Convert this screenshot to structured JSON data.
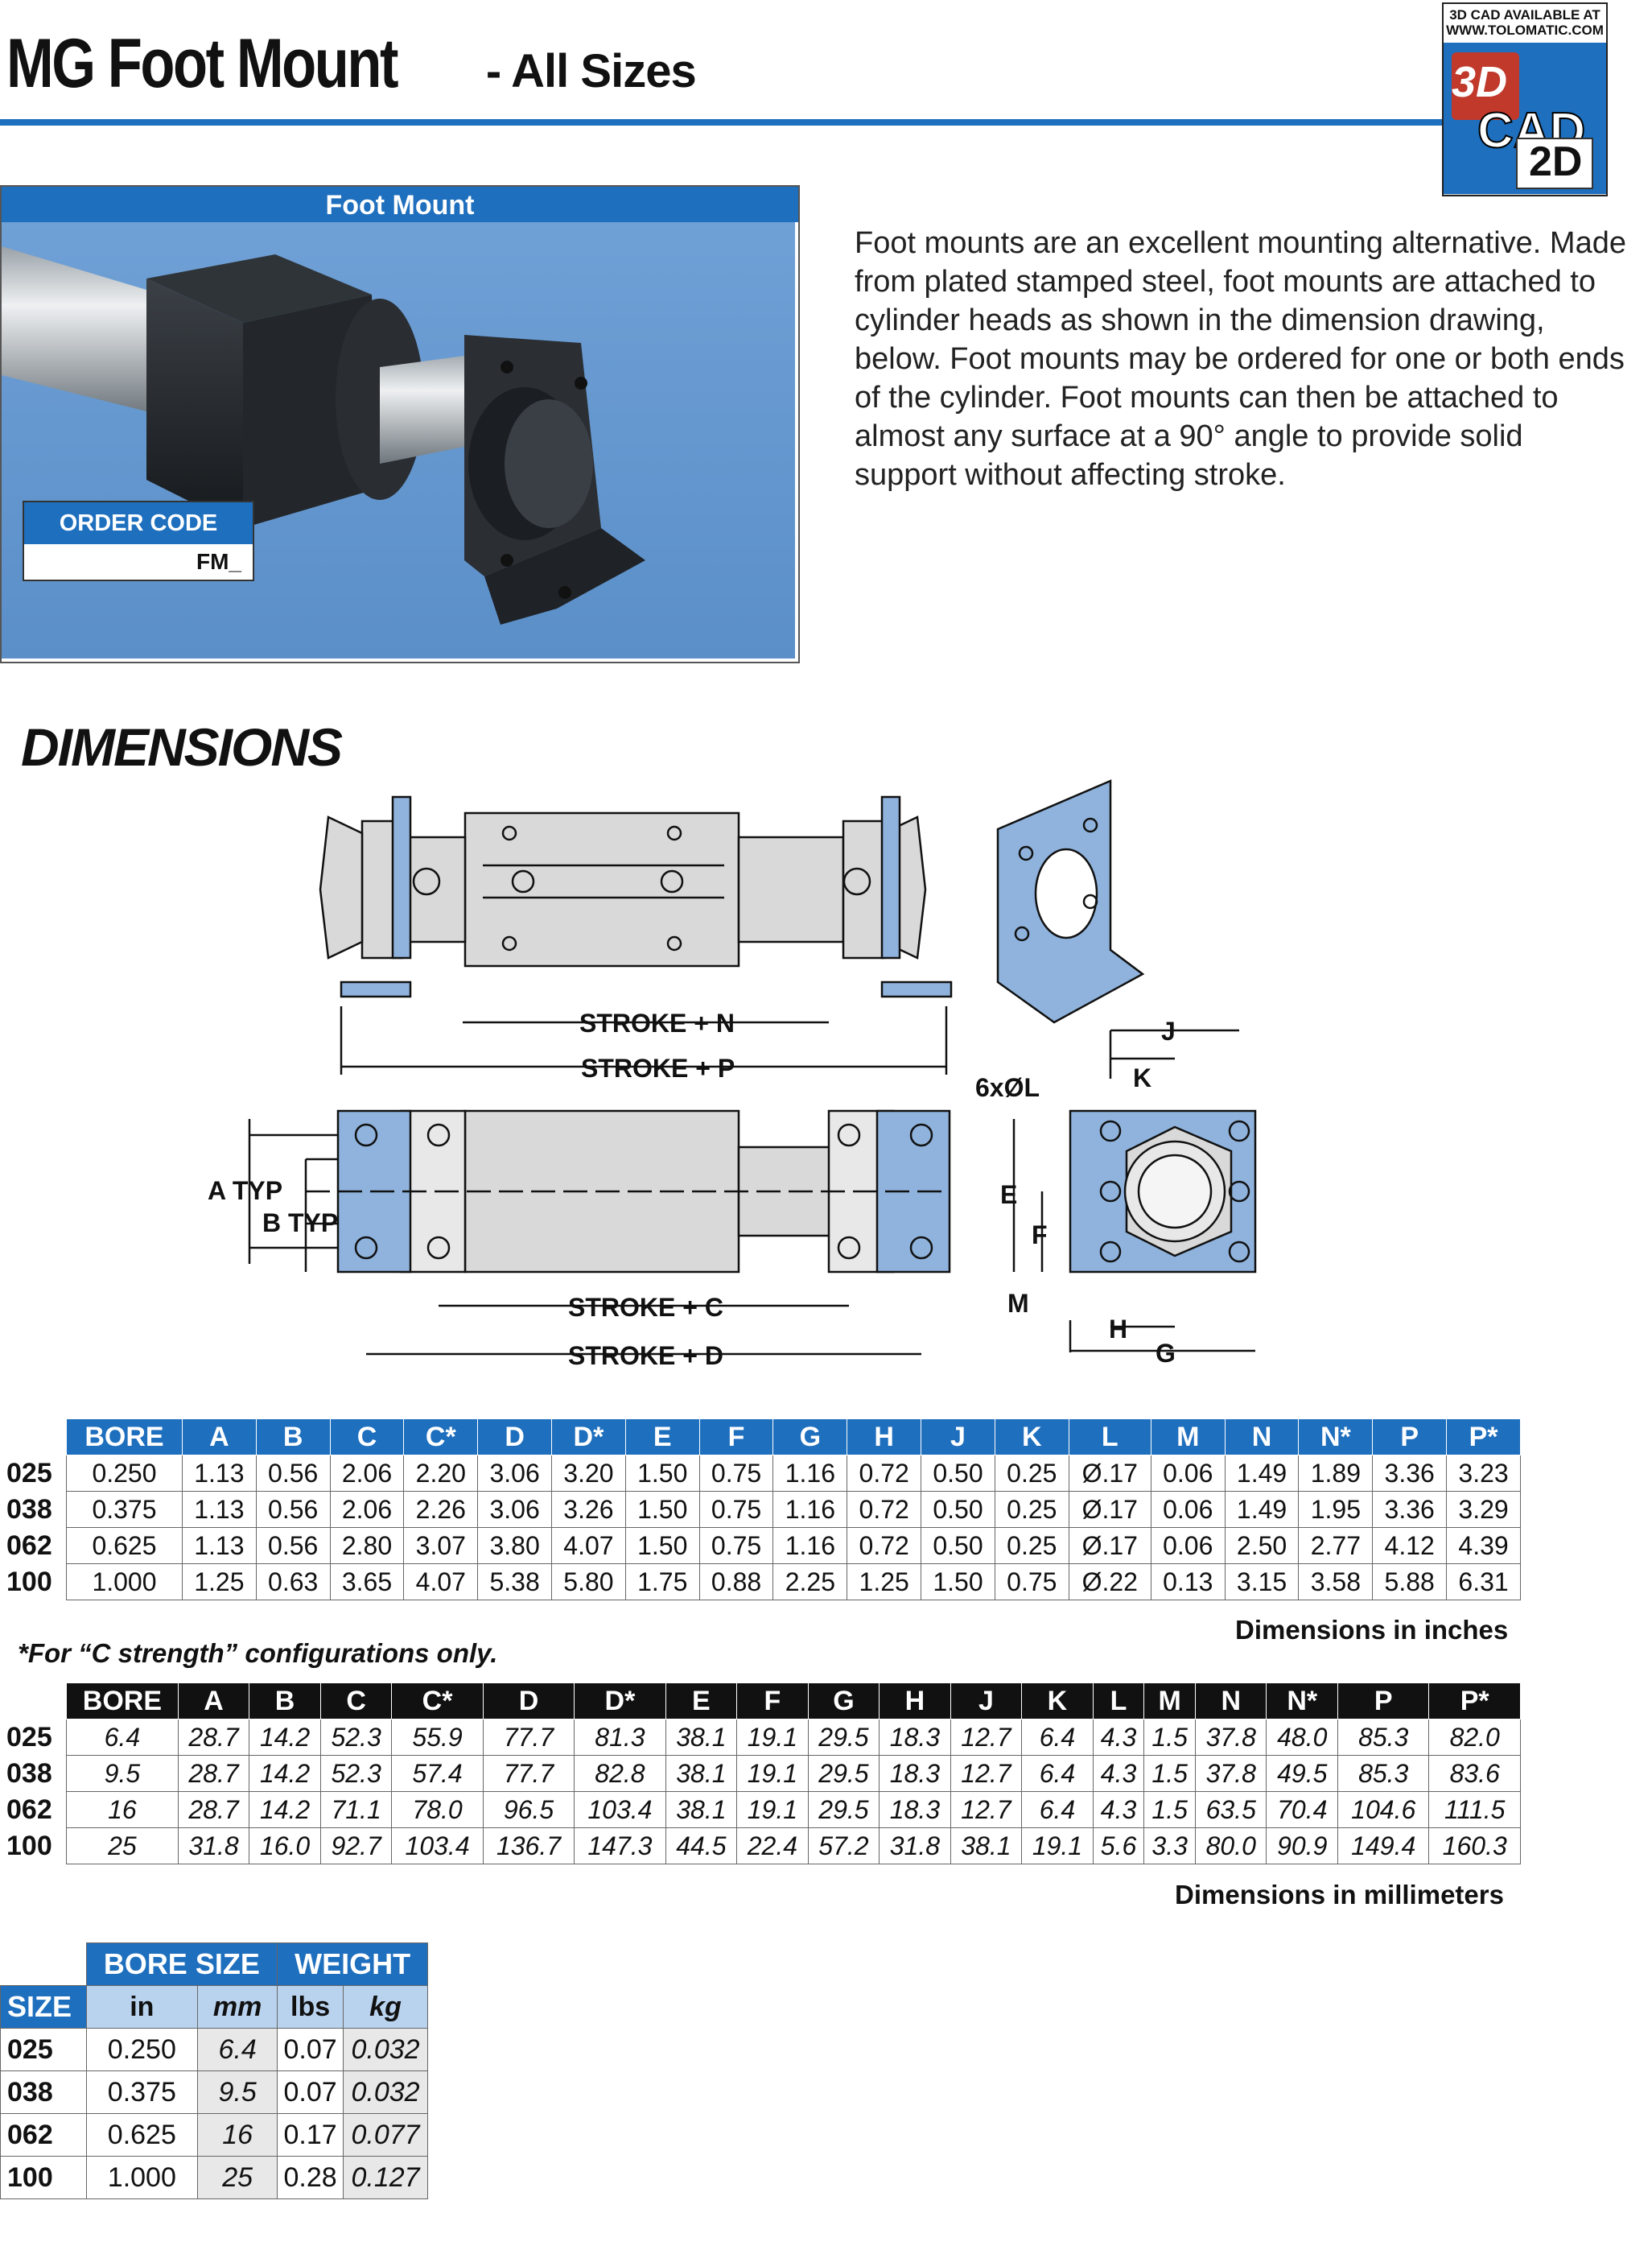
{
  "header": {
    "title": "MG Foot Mount",
    "subtitle": "- All Sizes",
    "cad_badge_line1": "3D CAD AVAILABLE AT",
    "cad_badge_line2": "WWW.TOLOMATIC.COM",
    "cad_3d": "3D",
    "cad_word": "CAD",
    "cad_2d": "2D",
    "accent_color": "#1e6fbe"
  },
  "photo": {
    "header": "Foot Mount",
    "order_code_label": "ORDER CODE",
    "order_code_value": "FM_"
  },
  "description": "Foot mounts are an excellent mounting alternative. Made from plated stamped steel, foot mounts are attached to cylinder heads as shown in the dimension drawing, below. Foot mounts may be ordered for one or both ends of the cylinder. Foot mounts can then be attached to almost any surface at a 90° angle to provide solid support without affecting stroke.",
  "dimensions_title": "DIMENSIONS",
  "drawing_labels": {
    "stroke_n": "STROKE + N",
    "stroke_p": "STROKE + P",
    "stroke_c": "STROKE + C",
    "stroke_d": "STROKE + D",
    "a_typ": "A TYP",
    "b_typ": "B TYP",
    "holes": "6xØL",
    "j": "J",
    "k": "K",
    "e": "E",
    "f": "F",
    "m": "M",
    "h": "H",
    "g": "G"
  },
  "inch_table": {
    "headers": [
      "BORE",
      "A",
      "B",
      "C",
      "C*",
      "D",
      "D*",
      "E",
      "F",
      "G",
      "H",
      "J",
      "K",
      "L",
      "M",
      "N",
      "N*",
      "P",
      "P*"
    ],
    "rows": [
      {
        "size": "025",
        "cells": [
          "0.250",
          "1.13",
          "0.56",
          "2.06",
          "2.20",
          "3.06",
          "3.20",
          "1.50",
          "0.75",
          "1.16",
          "0.72",
          "0.50",
          "0.25",
          "Ø.17",
          "0.06",
          "1.49",
          "1.89",
          "3.36",
          "3.23"
        ]
      },
      {
        "size": "038",
        "cells": [
          "0.375",
          "1.13",
          "0.56",
          "2.06",
          "2.26",
          "3.06",
          "3.26",
          "1.50",
          "0.75",
          "1.16",
          "0.72",
          "0.50",
          "0.25",
          "Ø.17",
          "0.06",
          "1.49",
          "1.95",
          "3.36",
          "3.29"
        ]
      },
      {
        "size": "062",
        "cells": [
          "0.625",
          "1.13",
          "0.56",
          "2.80",
          "3.07",
          "3.80",
          "4.07",
          "1.50",
          "0.75",
          "1.16",
          "0.72",
          "0.50",
          "0.25",
          "Ø.17",
          "0.06",
          "2.50",
          "2.77",
          "4.12",
          "4.39"
        ]
      },
      {
        "size": "100",
        "cells": [
          "1.000",
          "1.25",
          "0.63",
          "3.65",
          "4.07",
          "5.38",
          "5.80",
          "1.75",
          "0.88",
          "2.25",
          "1.25",
          "1.50",
          "0.75",
          "Ø.22",
          "0.13",
          "3.15",
          "3.58",
          "5.88",
          "6.31"
        ]
      }
    ],
    "caption": "Dimensions in inches"
  },
  "footnote": "*For “C strength” configurations only.",
  "mm_table": {
    "headers": [
      "BORE",
      "A",
      "B",
      "C",
      "C*",
      "D",
      "D*",
      "E",
      "F",
      "G",
      "H",
      "J",
      "K",
      "L",
      "M",
      "N",
      "N*",
      "P",
      "P*"
    ],
    "rows": [
      {
        "size": "025",
        "cells": [
          "6.4",
          "28.7",
          "14.2",
          "52.3",
          "55.9",
          "77.7",
          "81.3",
          "38.1",
          "19.1",
          "29.5",
          "18.3",
          "12.7",
          "6.4",
          "4.3",
          "1.5",
          "37.8",
          "48.0",
          "85.3",
          "82.0"
        ]
      },
      {
        "size": "038",
        "cells": [
          "9.5",
          "28.7",
          "14.2",
          "52.3",
          "57.4",
          "77.7",
          "82.8",
          "38.1",
          "19.1",
          "29.5",
          "18.3",
          "12.7",
          "6.4",
          "4.3",
          "1.5",
          "37.8",
          "49.5",
          "85.3",
          "83.6"
        ]
      },
      {
        "size": "062",
        "cells": [
          "16",
          "28.7",
          "14.2",
          "71.1",
          "78.0",
          "96.5",
          "103.4",
          "38.1",
          "19.1",
          "29.5",
          "18.3",
          "12.7",
          "6.4",
          "4.3",
          "1.5",
          "63.5",
          "70.4",
          "104.6",
          "111.5"
        ]
      },
      {
        "size": "100",
        "cells": [
          "25",
          "31.8",
          "16.0",
          "92.7",
          "103.4",
          "136.7",
          "147.3",
          "44.5",
          "22.4",
          "57.2",
          "31.8",
          "38.1",
          "19.1",
          "5.6",
          "3.3",
          "80.0",
          "90.9",
          "149.4",
          "160.3"
        ]
      }
    ],
    "caption": "Dimensions in millimeters"
  },
  "weight_table": {
    "bore_size_header": "BORE SIZE",
    "weight_header": "WEIGHT",
    "size_label": "SIZE",
    "units": [
      "in",
      "mm",
      "lbs",
      "kg"
    ],
    "rows": [
      {
        "size": "025",
        "in": "0.250",
        "mm": "6.4",
        "lbs": "0.07",
        "kg": "0.032"
      },
      {
        "size": "038",
        "in": "0.375",
        "mm": "9.5",
        "lbs": "0.07",
        "kg": "0.032"
      },
      {
        "size": "062",
        "in": "0.625",
        "mm": "16",
        "lbs": "0.17",
        "kg": "0.077"
      },
      {
        "size": "100",
        "in": "1.000",
        "mm": "25",
        "lbs": "0.28",
        "kg": "0.127"
      }
    ]
  }
}
